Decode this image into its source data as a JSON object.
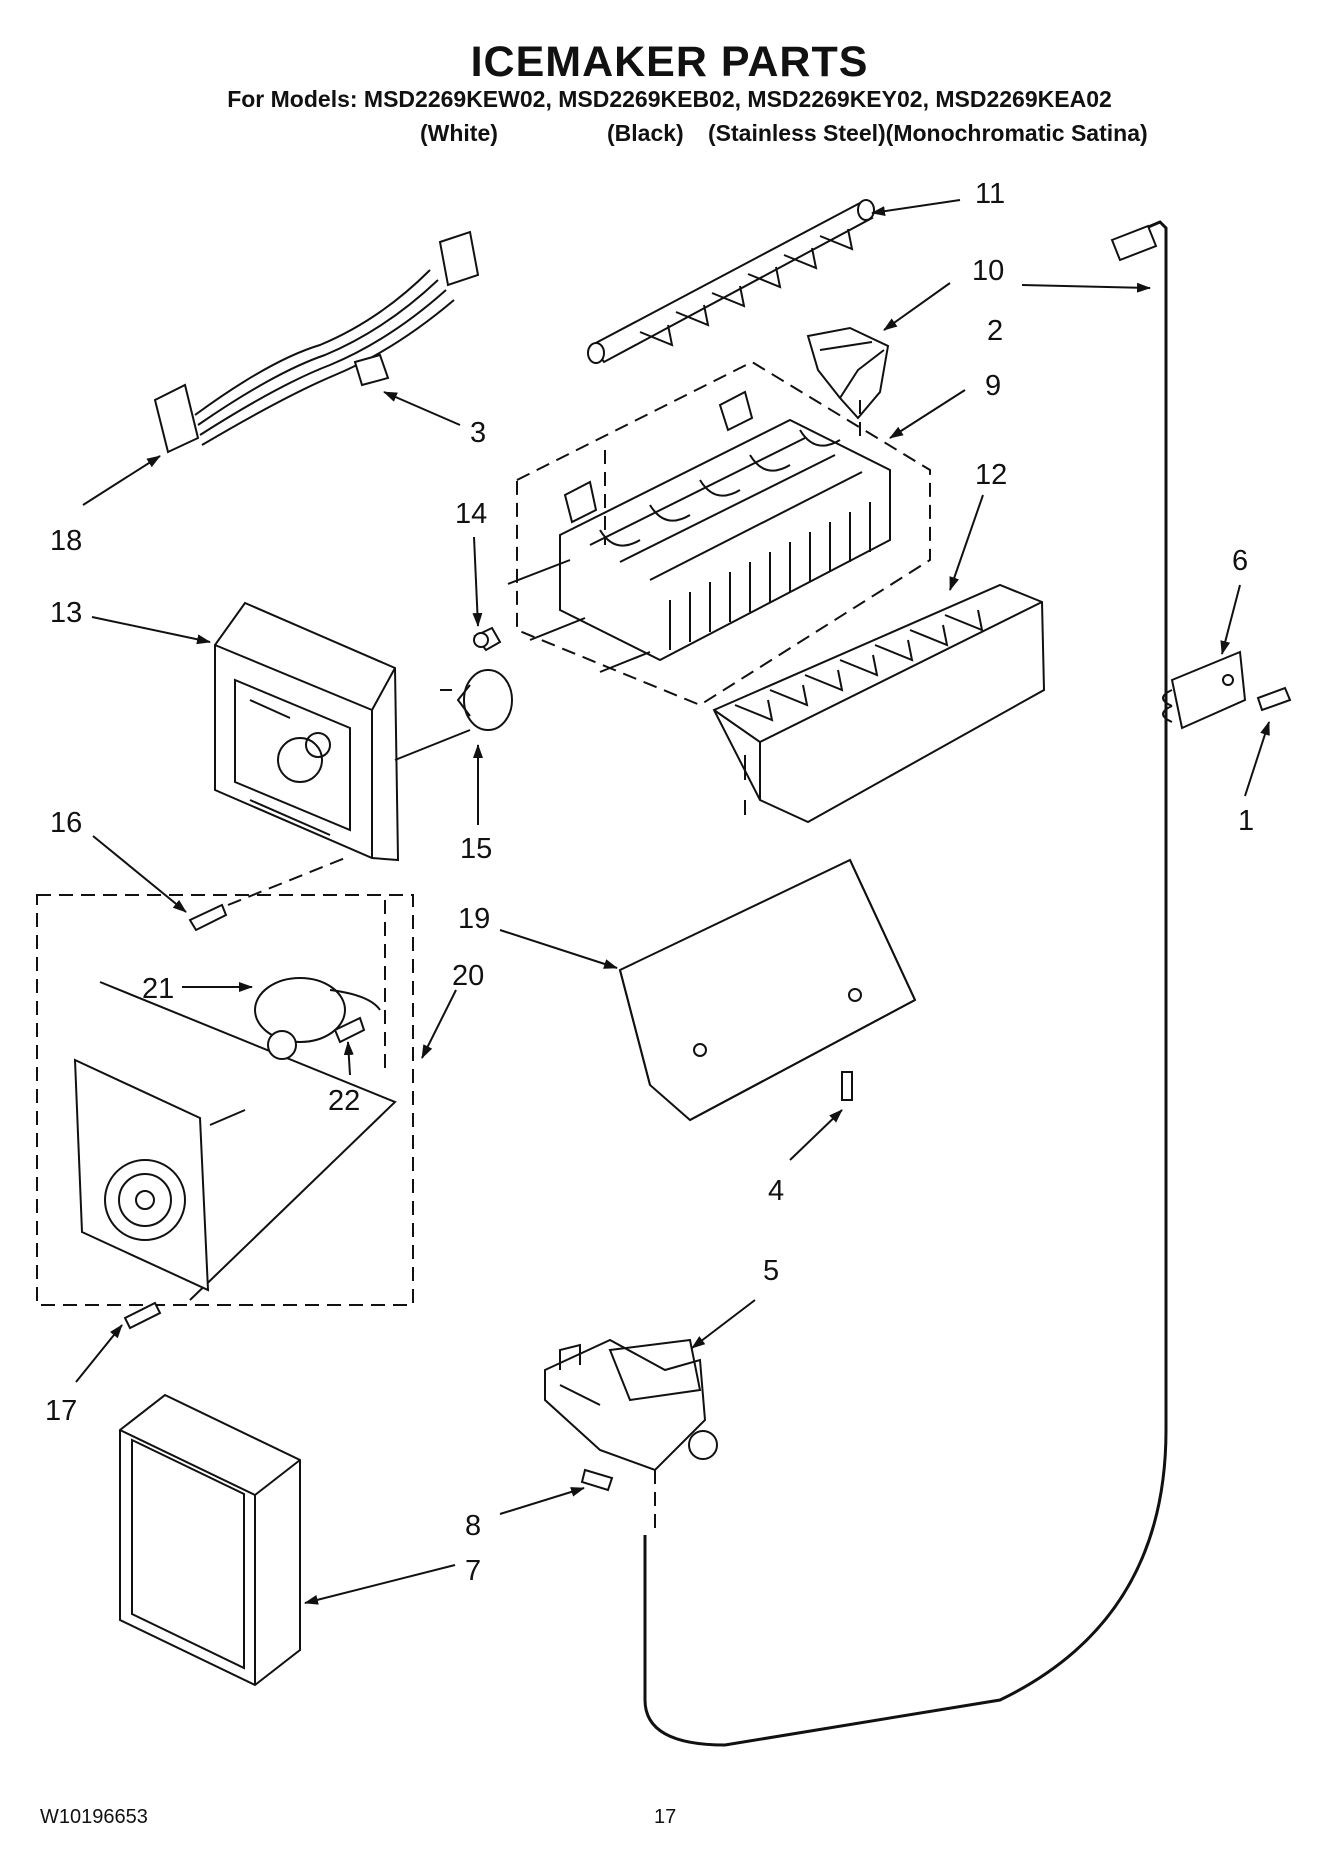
{
  "header": {
    "title": "ICEMAKER PARTS",
    "models_line": "For Models: MSD2269KEW02, MSD2269KEB02, MSD2269KEY02, MSD2269KEA02",
    "variants": [
      "(White)",
      "(Black)",
      "(Stainless Steel)(Monochromatic Satina)"
    ]
  },
  "callouts": [
    "1",
    "2",
    "3",
    "4",
    "5",
    "6",
    "7",
    "8",
    "9",
    "10",
    "11",
    "12",
    "13",
    "14",
    "15",
    "16",
    "17",
    "18",
    "19",
    "20",
    "21",
    "22"
  ],
  "footer": {
    "doc_code": "W10196653",
    "page_number": "17"
  }
}
